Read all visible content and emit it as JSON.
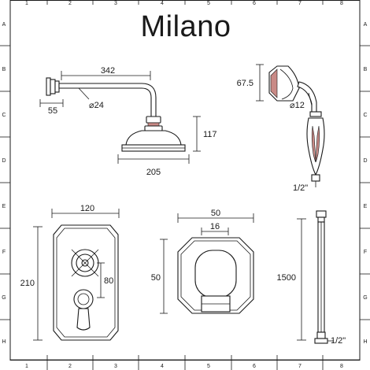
{
  "title": "Milano",
  "grid": {
    "columns": [
      "1",
      "2",
      "3",
      "4",
      "5",
      "6",
      "7",
      "8"
    ],
    "rows": [
      "A",
      "B",
      "C",
      "D",
      "E",
      "F",
      "G",
      "H"
    ]
  },
  "dimensions": {
    "arm_length": "342",
    "arm_offset": "55",
    "arm_diameter": "⌀24",
    "head_height": "117",
    "head_diameter": "205",
    "handset_length": "67.5",
    "handset_diameter": "⌀12",
    "handset_thread": "1/2\"",
    "plate_width": "120",
    "plate_height": "210",
    "plate_centers": "80",
    "outlet_width": "50",
    "outlet_inner": "16",
    "outlet_height": "50",
    "hose_length": "1500",
    "hose_thread": "1/2\""
  },
  "colors": {
    "line": "#1a1a1a",
    "accent": "#c98a86",
    "background": "#ffffff"
  }
}
